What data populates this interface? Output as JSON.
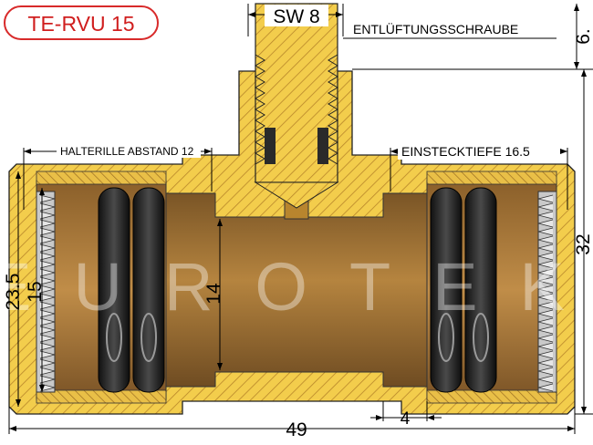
{
  "product": {
    "code": "TE-RVU 15"
  },
  "watermark": "EUROTEK",
  "labels": {
    "wrench_size": "SW 8",
    "vent_screw": "ENTLÜFTUNGSSCHRAUBE",
    "holding_ring_distance": "HALTERILLE ABSTAND 12",
    "insertion_depth": "EINSTECKTIEFE 16.5"
  },
  "dimensions": {
    "thread_height": "6.",
    "body_height": "32",
    "outer_diameter": "23.5",
    "pipe_diameter": "15",
    "bore_diameter": "14",
    "total_length": "49",
    "wall": "4"
  },
  "colors": {
    "brass_light": "#f2cb4a",
    "brass_mid": "#d4a33a",
    "brass_dark": "#8c6420",
    "bore": "#a87a3c",
    "badge": "#d01e1e"
  }
}
